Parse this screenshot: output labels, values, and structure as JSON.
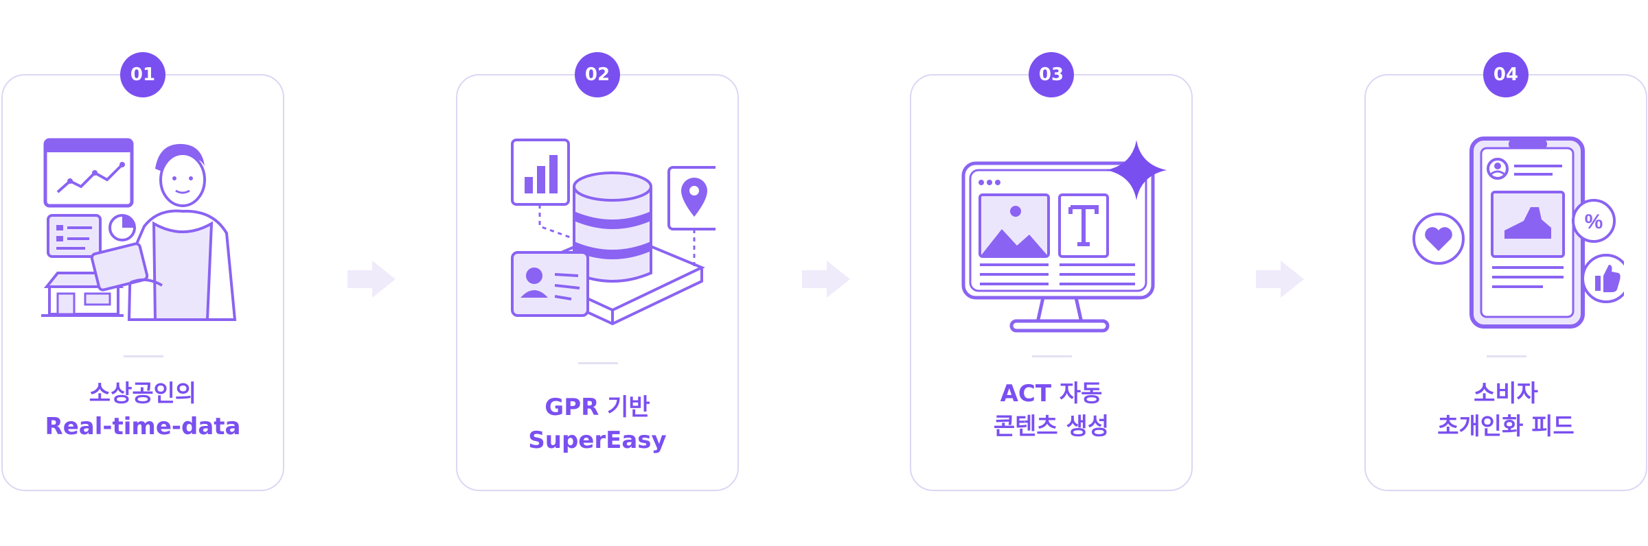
{
  "accent": "#7a4ff0",
  "steps": [
    {
      "number": "01",
      "line1": "소상공인의",
      "line2": "Real-time-data",
      "icon": "shop-owner-analytics-illustration"
    },
    {
      "number": "02",
      "line1": "GPR 기반",
      "line2": "SuperEasy",
      "icon": "database-platform-illustration"
    },
    {
      "number": "03",
      "line1": "ACT 자동",
      "line2": "콘텐츠 생성",
      "icon": "monitor-content-sparkle-illustration"
    },
    {
      "number": "04",
      "line1": "소비자",
      "line2": "초개인화 피드",
      "icon": "smartphone-feed-illustration"
    }
  ]
}
